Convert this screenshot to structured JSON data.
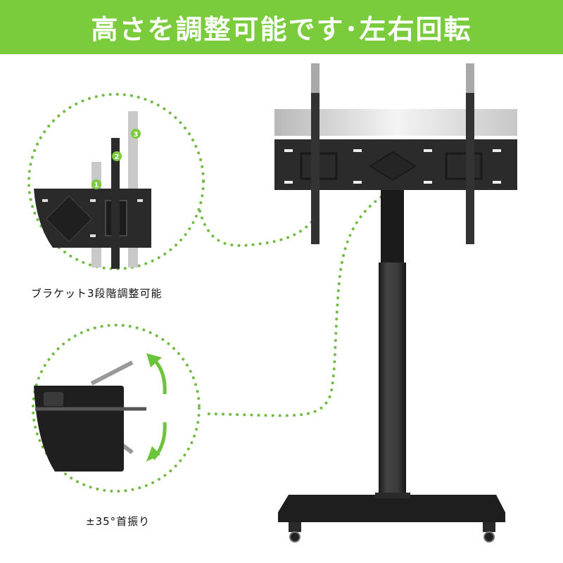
{
  "banner": {
    "title": "高さを調整可能です･左右回転",
    "color": "#7acc3c"
  },
  "features": [
    {
      "id": "bracket-height",
      "caption": "ブラケット3段階調整可能",
      "steps": [
        "1",
        "2",
        "3"
      ]
    },
    {
      "id": "swivel",
      "caption": "±35°首振り"
    }
  ],
  "colors": {
    "accent_green": "#7acc3c",
    "dot_green": "#72bb45",
    "product_black": "#232323"
  }
}
